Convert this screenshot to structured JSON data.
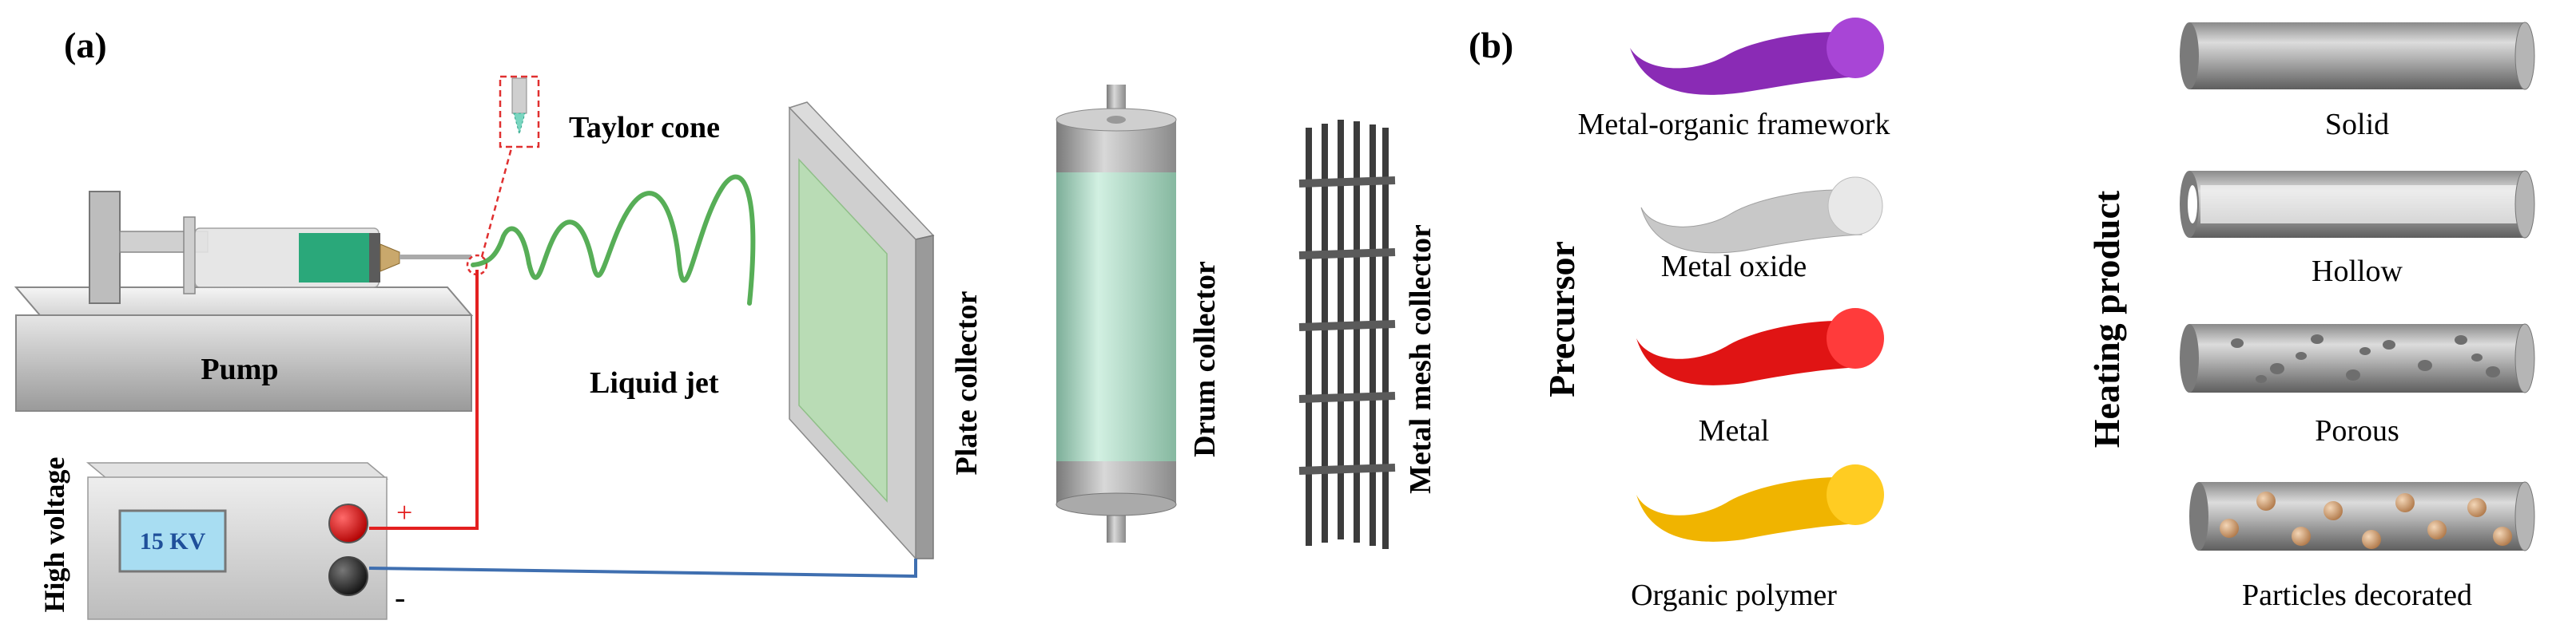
{
  "panel_a": {
    "label": "(a)",
    "taylor_cone": "Taylor cone",
    "pump": "Pump",
    "liquid_jet": "Liquid jet",
    "plate_collector": "Plate collector",
    "drum_collector": "Drum collector",
    "metal_mesh_collector": "Metal mesh collector",
    "high_voltage": "High voltage",
    "voltage_display": "15 KV",
    "plus_sign": "+",
    "minus_sign": "-"
  },
  "panel_b": {
    "label": "(b)",
    "precursor_title": "Precursor",
    "heating_title": "Heating product",
    "precursors": [
      {
        "label": "Metal-organic framework",
        "color": "#8a2bb5"
      },
      {
        "label": "Metal oxide",
        "color": "#c8c8c8"
      },
      {
        "label": "Metal",
        "color": "#e01414"
      },
      {
        "label": "Organic polymer",
        "color": "#f0b400"
      }
    ],
    "products": [
      {
        "label": "Solid"
      },
      {
        "label": "Hollow"
      },
      {
        "label": "Porous"
      },
      {
        "label": "Particles decorated"
      }
    ]
  },
  "colors": {
    "wire_red": "#e32020",
    "wire_blue": "#3f6fb0",
    "jet_green": "#3aa03a",
    "plate_green": "#b9dcb5",
    "drum_green": "#b8e2cc",
    "display_blue": "#a8ddf2"
  }
}
